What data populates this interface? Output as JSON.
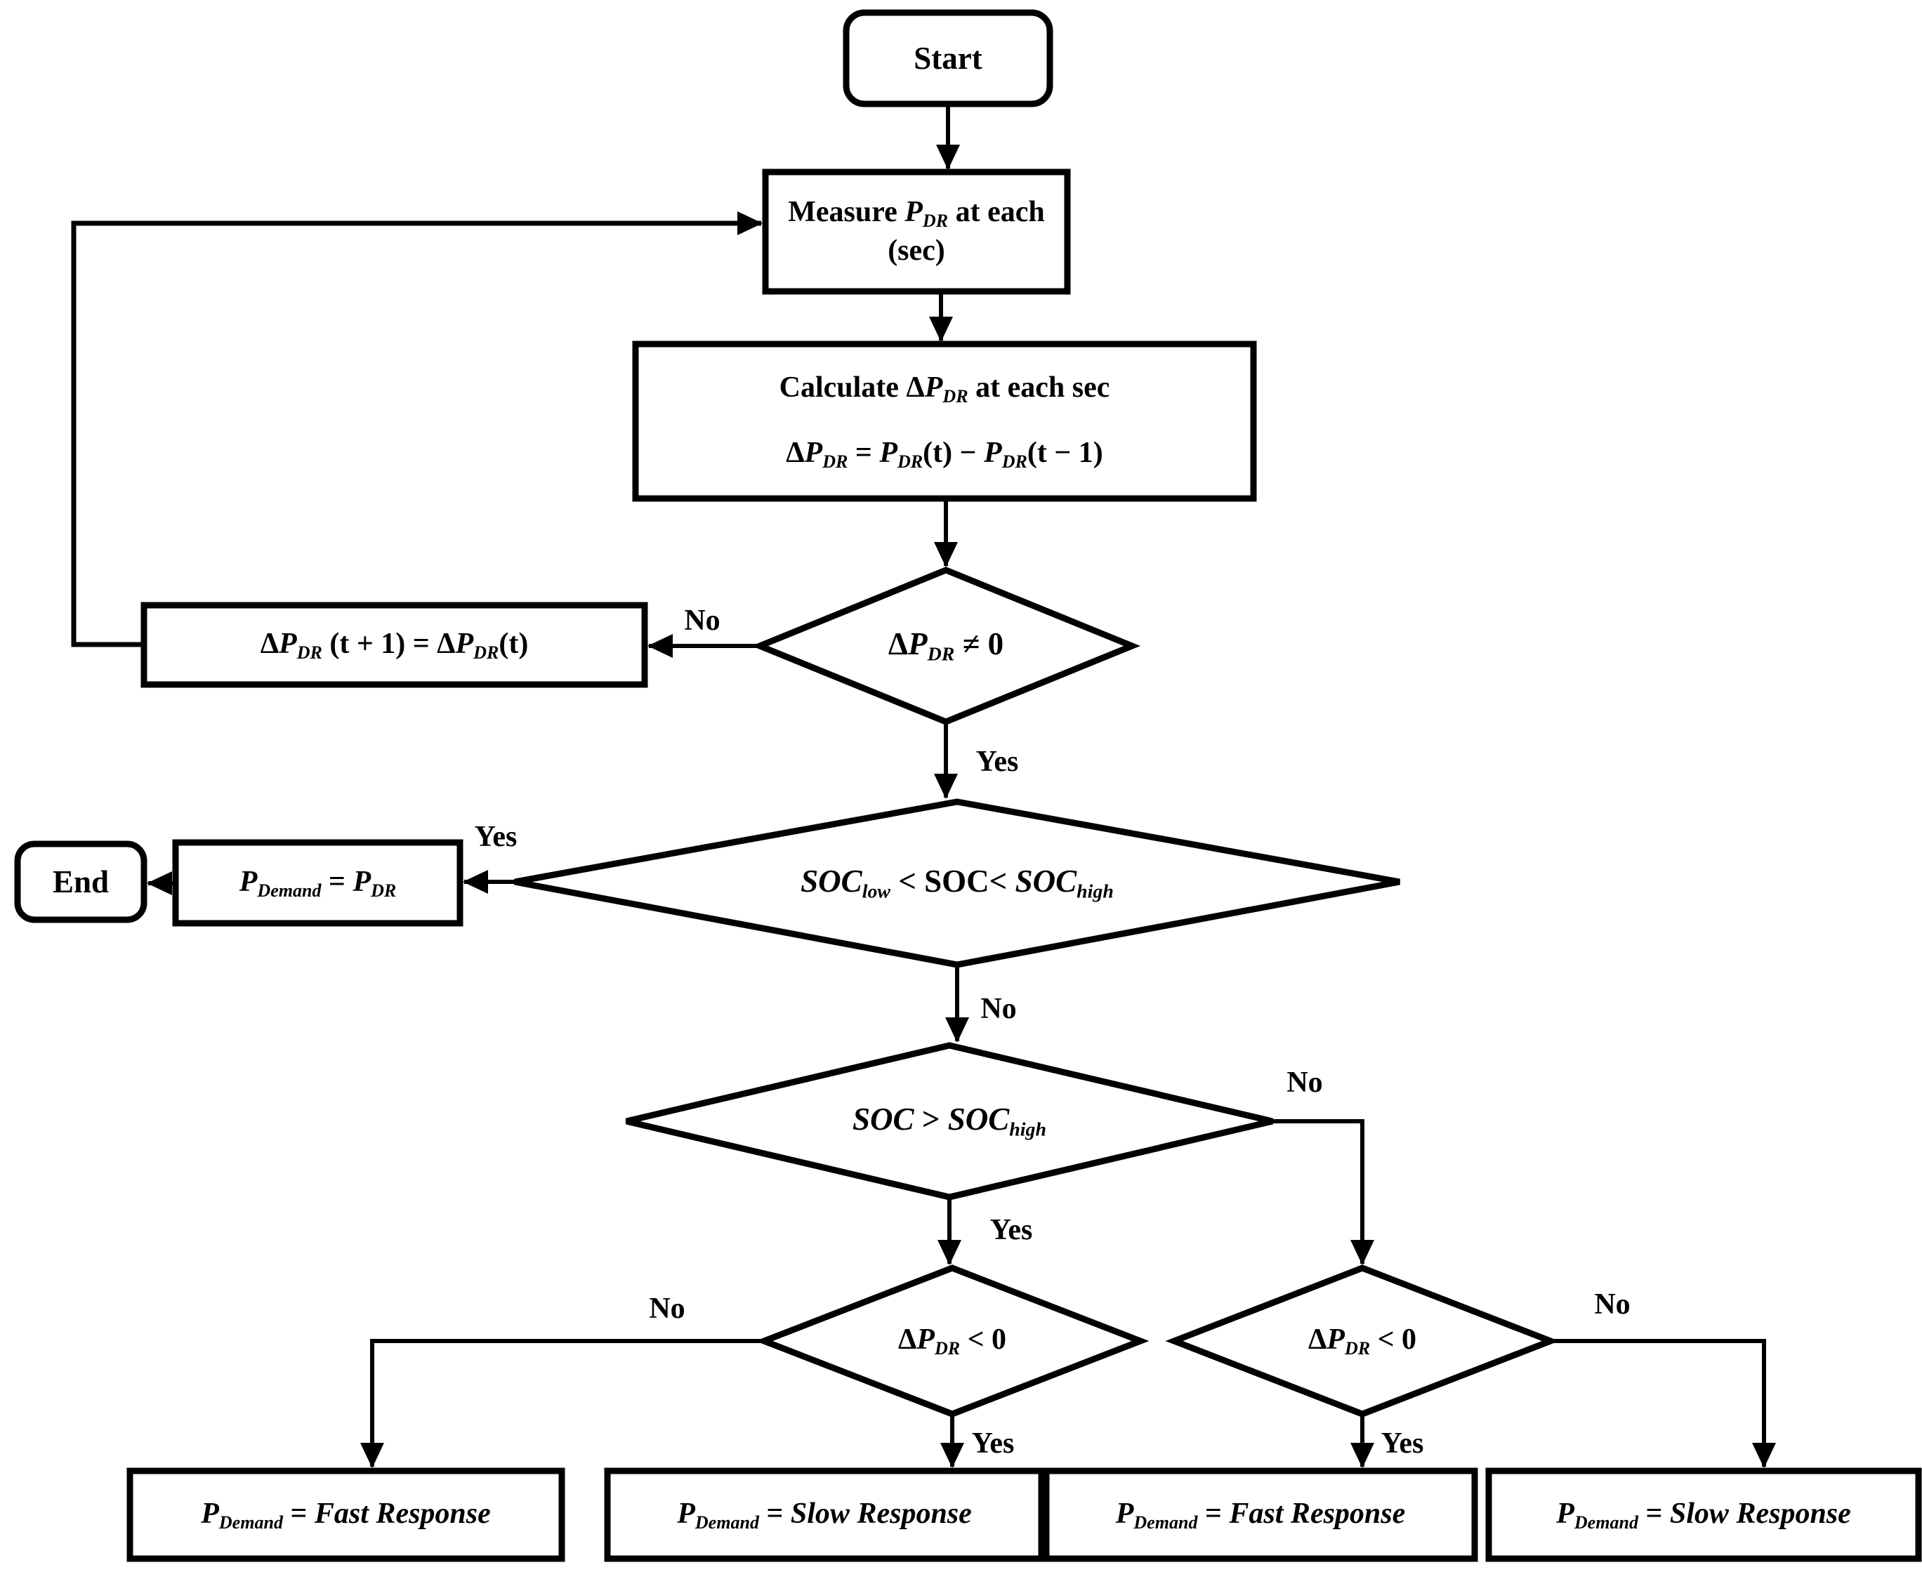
{
  "colors": {
    "ink": "#000000",
    "paper": "#ffffff"
  },
  "nodes": {
    "start": {
      "label": [
        {
          "t": "Start"
        }
      ]
    },
    "end": {
      "label": [
        {
          "t": "End"
        }
      ]
    },
    "measure": {
      "line1": [
        {
          "t": "Measure "
        },
        {
          "t": "P",
          "i": true
        },
        {
          "t": "DR",
          "i": true,
          "sub": true
        },
        {
          "t": " at each"
        }
      ],
      "line2": [
        {
          "t": "(sec)"
        }
      ]
    },
    "calculate": {
      "line1": [
        {
          "t": "Calculate Δ"
        },
        {
          "t": "P",
          "i": true
        },
        {
          "t": "DR",
          "i": true,
          "sub": true
        },
        {
          "t": " at each sec"
        }
      ],
      "line2": [
        {
          "t": "Δ"
        },
        {
          "t": "P",
          "i": true
        },
        {
          "t": "DR",
          "i": true,
          "sub": true
        },
        {
          "t": " = "
        },
        {
          "t": "P",
          "i": true
        },
        {
          "t": "DR",
          "i": true,
          "sub": true
        },
        {
          "t": "(t) − "
        },
        {
          "t": "P",
          "i": true
        },
        {
          "t": "DR",
          "i": true,
          "sub": true
        },
        {
          "t": "(t − 1)"
        }
      ]
    },
    "loop_update": {
      "label": [
        {
          "t": "Δ"
        },
        {
          "t": "P",
          "i": true
        },
        {
          "t": "DR",
          "i": true,
          "sub": true
        },
        {
          "t": " (t + 1) = Δ"
        },
        {
          "t": "P",
          "i": true
        },
        {
          "t": "DR",
          "i": true,
          "sub": true
        },
        {
          "t": "(t)"
        }
      ]
    },
    "decision_dpdr_nonzero": {
      "label": [
        {
          "t": "Δ"
        },
        {
          "t": "P",
          "i": true
        },
        {
          "t": "DR",
          "i": true,
          "sub": true
        },
        {
          "t": " ≠ 0"
        }
      ]
    },
    "decision_soc_window": {
      "label": [
        {
          "t": "SOC",
          "i": true
        },
        {
          "t": "low",
          "i": true,
          "sub": true
        },
        {
          "t": " < SOC< "
        },
        {
          "t": "SOC",
          "i": true
        },
        {
          "t": "high",
          "i": true,
          "sub": true
        }
      ]
    },
    "set_pdemand_pdr": {
      "label": [
        {
          "t": "P",
          "i": true
        },
        {
          "t": "Demand",
          "i": true,
          "sub": true
        },
        {
          "t": " = "
        },
        {
          "t": "P",
          "i": true
        },
        {
          "t": "DR",
          "i": true,
          "sub": true
        }
      ]
    },
    "decision_soc_high": {
      "label": [
        {
          "t": "SOC",
          "i": true
        },
        {
          "t": " > "
        },
        {
          "t": "SOC",
          "i": true
        },
        {
          "t": "high",
          "i": true,
          "sub": true
        }
      ]
    },
    "decision_dpdr_neg_left": {
      "label": [
        {
          "t": "Δ"
        },
        {
          "t": "P",
          "i": true
        },
        {
          "t": "DR",
          "i": true,
          "sub": true
        },
        {
          "t": " < 0"
        }
      ]
    },
    "decision_dpdr_neg_right": {
      "label": [
        {
          "t": "Δ"
        },
        {
          "t": "P",
          "i": true
        },
        {
          "t": "DR",
          "i": true,
          "sub": true
        },
        {
          "t": " < 0"
        }
      ]
    },
    "fast_response_left": {
      "label": [
        {
          "t": "P",
          "i": true
        },
        {
          "t": "Demand",
          "i": true,
          "sub": true
        },
        {
          "t": " = "
        },
        {
          "t": "Fast Response",
          "i": true
        }
      ]
    },
    "slow_response_left": {
      "label": [
        {
          "t": "P",
          "i": true
        },
        {
          "t": "Demand",
          "i": true,
          "sub": true
        },
        {
          "t": " = "
        },
        {
          "t": "Slow Response",
          "i": true
        }
      ]
    },
    "fast_response_right": {
      "label": [
        {
          "t": "P",
          "i": true
        },
        {
          "t": "Demand",
          "i": true,
          "sub": true
        },
        {
          "t": " = "
        },
        {
          "t": "Fast Response",
          "i": true
        }
      ]
    },
    "slow_response_right": {
      "label": [
        {
          "t": "P",
          "i": true
        },
        {
          "t": "Demand",
          "i": true,
          "sub": true
        },
        {
          "t": " = "
        },
        {
          "t": "Slow Response",
          "i": true
        }
      ]
    }
  },
  "edge_labels": {
    "d1_no": "No",
    "d1_yes": "Yes",
    "d2_yes": "Yes",
    "d2_no": "No",
    "d3_yes": "Yes",
    "d3_no": "No",
    "d4l_no": "No",
    "d4l_yes": "Yes",
    "d4r_yes": "Yes",
    "d4r_no": "No"
  }
}
